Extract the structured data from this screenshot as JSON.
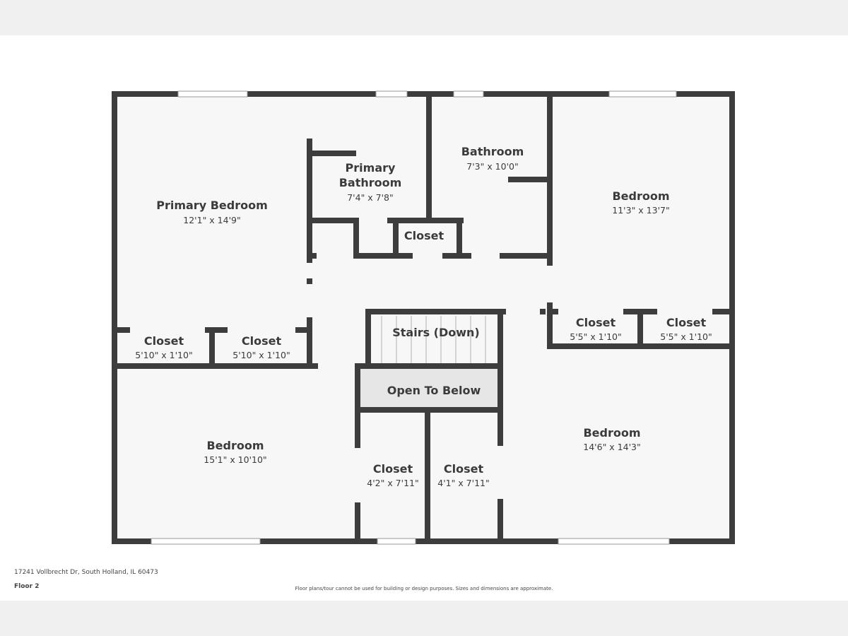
{
  "rooms": {
    "primary_bedroom": {
      "name": "Primary Bedroom",
      "dims": "12'1\" x 14'9\""
    },
    "primary_bathroom": {
      "name_line1": "Primary",
      "name_line2": "Bathroom",
      "dims": "7'4\" x 7'8\""
    },
    "bathroom": {
      "name": "Bathroom",
      "dims": "7'3\" x 10'0\""
    },
    "bedroom_ne": {
      "name": "Bedroom",
      "dims": "11'3\" x 13'7\""
    },
    "closet_mid": {
      "name": "Closet"
    },
    "closet_pb_left": {
      "name": "Closet",
      "dims": "5'10\" x 1'10\""
    },
    "closet_pb_right": {
      "name": "Closet",
      "dims": "5'10\" x 1'10\""
    },
    "stairs": {
      "name": "Stairs (Down)"
    },
    "closet_ne_left": {
      "name": "Closet",
      "dims": "5'5\" x 1'10\""
    },
    "closet_ne_right": {
      "name": "Closet",
      "dims": "5'5\" x 1'10\""
    },
    "open_to_below": {
      "name": "Open To Below"
    },
    "bedroom_sw": {
      "name": "Bedroom",
      "dims": "15'1\" x 10'10\""
    },
    "closet_s_left": {
      "name": "Closet",
      "dims": "4'2\" x 7'11\""
    },
    "closet_s_right": {
      "name": "Closet",
      "dims": "4'1\" x 7'11\""
    },
    "bedroom_se": {
      "name": "Bedroom",
      "dims": "14'6\" x 14'3\""
    }
  },
  "footer": {
    "address": "17241 Vollbrecht Dr, South Holland, IL 60473",
    "floor": "Floor 2",
    "disclaimer": "Floor plans/tour cannot be used for building or design purposes. Sizes and dimensions are approximate."
  }
}
